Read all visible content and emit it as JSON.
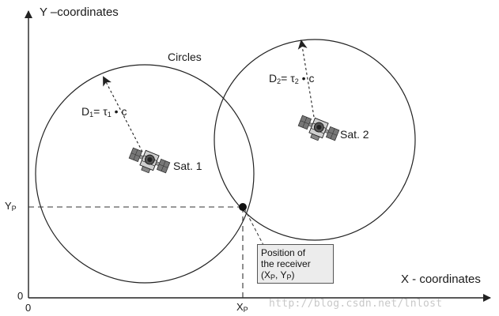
{
  "axes": {
    "y_title": "Y –coordinates",
    "x_title": "X - coordinates",
    "origin_y": "0",
    "origin_x": "0",
    "yp_main": "Y",
    "yp_sub": "P",
    "xp_main": "X",
    "xp_sub": "P"
  },
  "labels": {
    "circles": "Circles",
    "sat1": "Sat. 1",
    "sat2": "Sat. 2"
  },
  "distances": {
    "d1_main": "D",
    "d1_sub": "1",
    "d1_eq": "= τ",
    "d1_tau_sub": "1",
    "d1_tail": " • c",
    "d2_main": "D",
    "d2_sub": "2",
    "d2_eq": "= τ",
    "d2_tau_sub": "2",
    "d2_tail": " • c"
  },
  "receiver_note": {
    "line1": "Position of",
    "line2": "the receiver",
    "line3_open": "(X",
    "line3_sub1": "P",
    "line3_mid": ", Y",
    "line3_sub2": "P",
    "line3_close": ")"
  },
  "watermark": "http://blog.csdn.net/lnlost"
}
